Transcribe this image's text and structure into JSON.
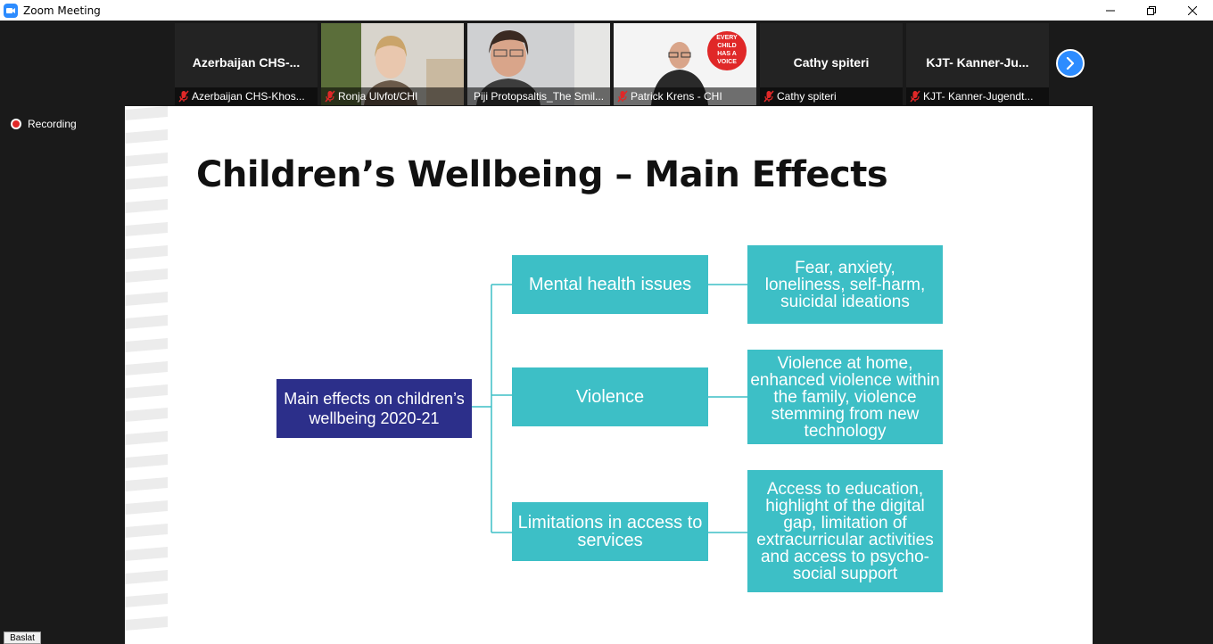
{
  "window": {
    "title": "Zoom Meeting"
  },
  "participants": [
    {
      "display_name": "Azerbaijan  CHS-...",
      "label": "Azerbaijan CHS-Khos..."
    },
    {
      "display_name": "",
      "label": "Ronja Ulvfot/CHI"
    },
    {
      "display_name": "",
      "label": "Piji Protopsaltis_The Smil..."
    },
    {
      "display_name": "",
      "label": "Patrick Krens - CHI"
    },
    {
      "display_name": "Cathy spiteri",
      "label": "Cathy spiteri"
    },
    {
      "display_name": "KJT-  Kanner-Ju...",
      "label": "KJT- Kanner-Jugendt..."
    }
  ],
  "badge_text": [
    "EVERY",
    "CHILD",
    "HAS A",
    "VOICE"
  ],
  "recording": {
    "label": "Recording"
  },
  "slide": {
    "title": "Children’s Wellbeing – Main Effects",
    "root": "Main effects on children’s wellbeing 2020-21",
    "categories": [
      {
        "label": "Mental health issues",
        "detail": "Fear, anxiety, loneliness, self-harm, suicidal ideations"
      },
      {
        "label": "Violence",
        "detail": "Violence at home, enhanced violence within the family, violence stemming from new technology"
      },
      {
        "label": "Limitations in access to services",
        "detail": "Access to education, highlight of the digital gap, limitation of extracurricular activities and access to psycho-social support"
      }
    ]
  },
  "taskbar": {
    "button_label": "Baslat"
  },
  "colors": {
    "teal": "#3dbfc6",
    "navy": "#2c2f8a",
    "zoom_blue": "#2d8cff",
    "mute_red": "#e02828",
    "active_border": "#8bc34a"
  }
}
